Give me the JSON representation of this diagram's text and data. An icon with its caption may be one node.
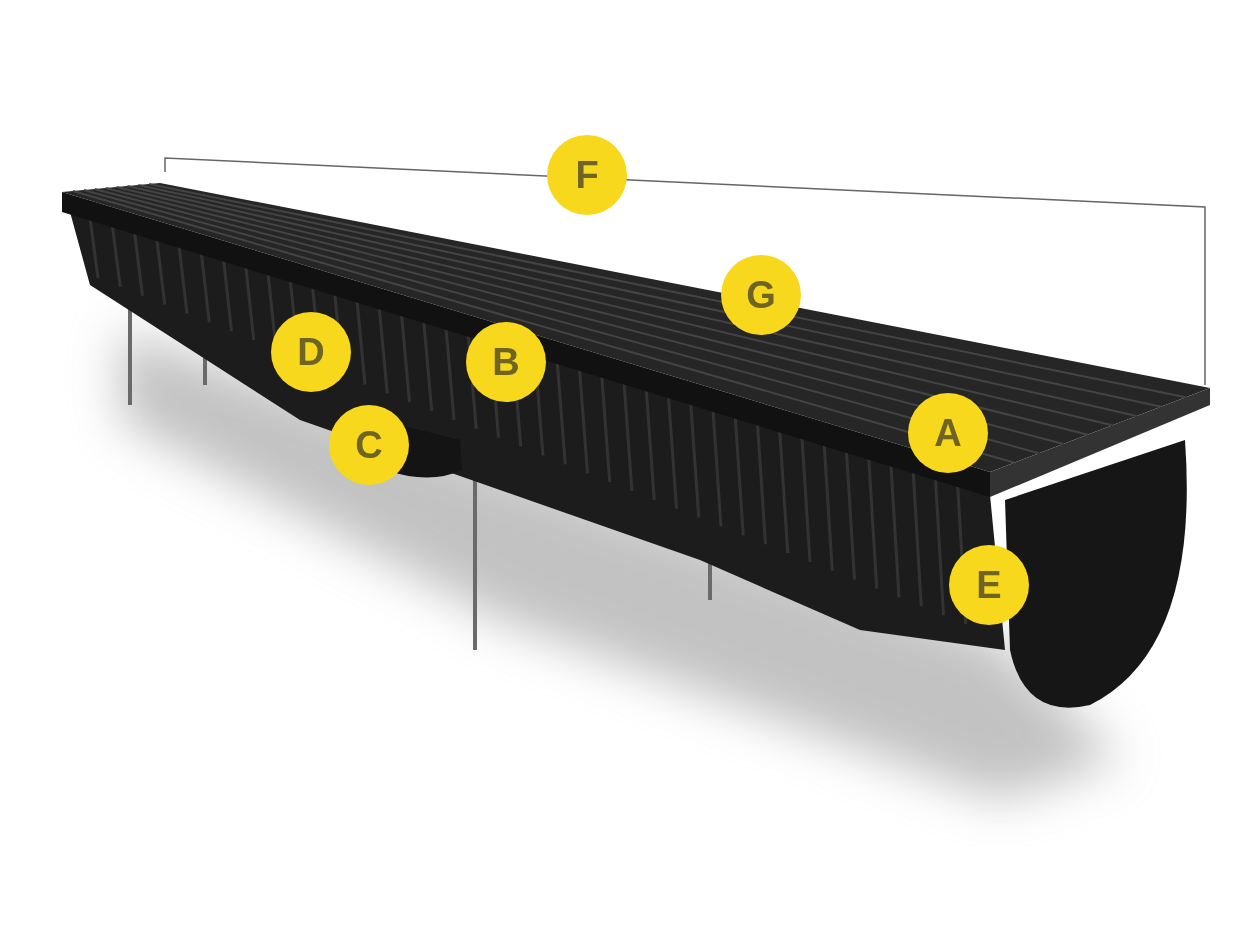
{
  "diagram": {
    "labels": [
      "F",
      "G",
      "D",
      "B",
      "A",
      "C",
      "E"
    ]
  }
}
